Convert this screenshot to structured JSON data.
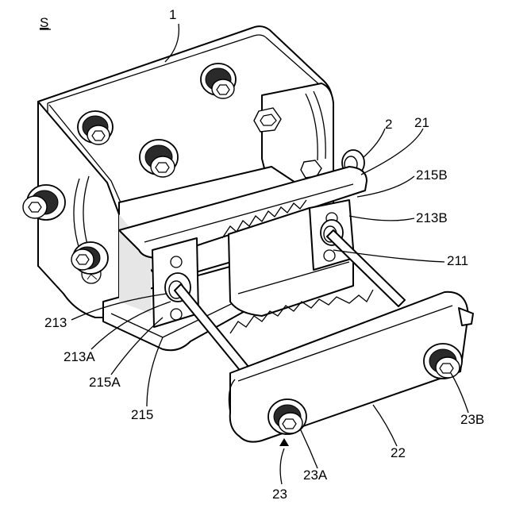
{
  "figure": {
    "view_label": "S",
    "labels": {
      "l1": "1",
      "l2": "2",
      "l21": "21",
      "l215B": "215B",
      "l213B": "213B",
      "l211": "211",
      "l213": "213",
      "l213A": "213A",
      "l215A": "215A",
      "l215": "215",
      "l22": "22",
      "l23B": "23B",
      "l23A": "23A",
      "l23": "23"
    }
  }
}
